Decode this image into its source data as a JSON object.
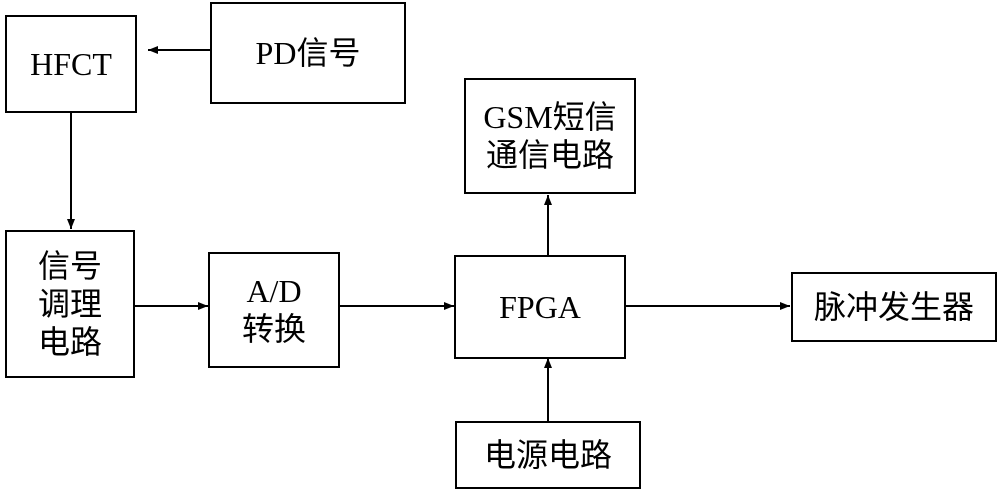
{
  "blocks": {
    "hfct": [
      "HFCT"
    ],
    "pd_signal": [
      "PD信号"
    ],
    "signal_conditioning": [
      "信号",
      "调理",
      "电路"
    ],
    "ad_converter": [
      "A/D",
      "转换"
    ],
    "fpga": [
      "FPGA"
    ],
    "gsm": [
      "GSM短信",
      "通信电路"
    ],
    "pulse_generator": [
      "脉冲发生器"
    ],
    "power_supply": [
      "电源电路"
    ]
  }
}
